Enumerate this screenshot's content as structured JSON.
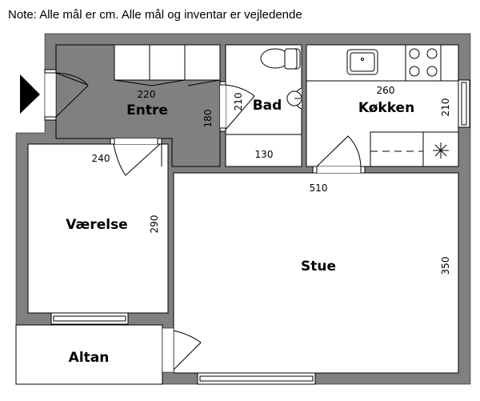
{
  "note": "Note: Alle mål er cm. Alle mål og inventar er vejledende",
  "colors": {
    "wall": "#808080",
    "floor": "#ffffff",
    "line": "#000000"
  },
  "entrance_marker_icon": "triangle-right",
  "rooms": {
    "entre": {
      "name": "Entre",
      "width": "220",
      "depth": "180"
    },
    "bad": {
      "name": "Bad",
      "depth": "210",
      "width": "130"
    },
    "kokken": {
      "name": "Køkken",
      "width": "260",
      "depth": "210"
    },
    "vaerelse": {
      "name": "Værelse",
      "width": "240",
      "depth": "290"
    },
    "stue": {
      "name": "Stue",
      "width": "510",
      "depth": "350"
    },
    "altan": {
      "name": "Altan"
    }
  }
}
